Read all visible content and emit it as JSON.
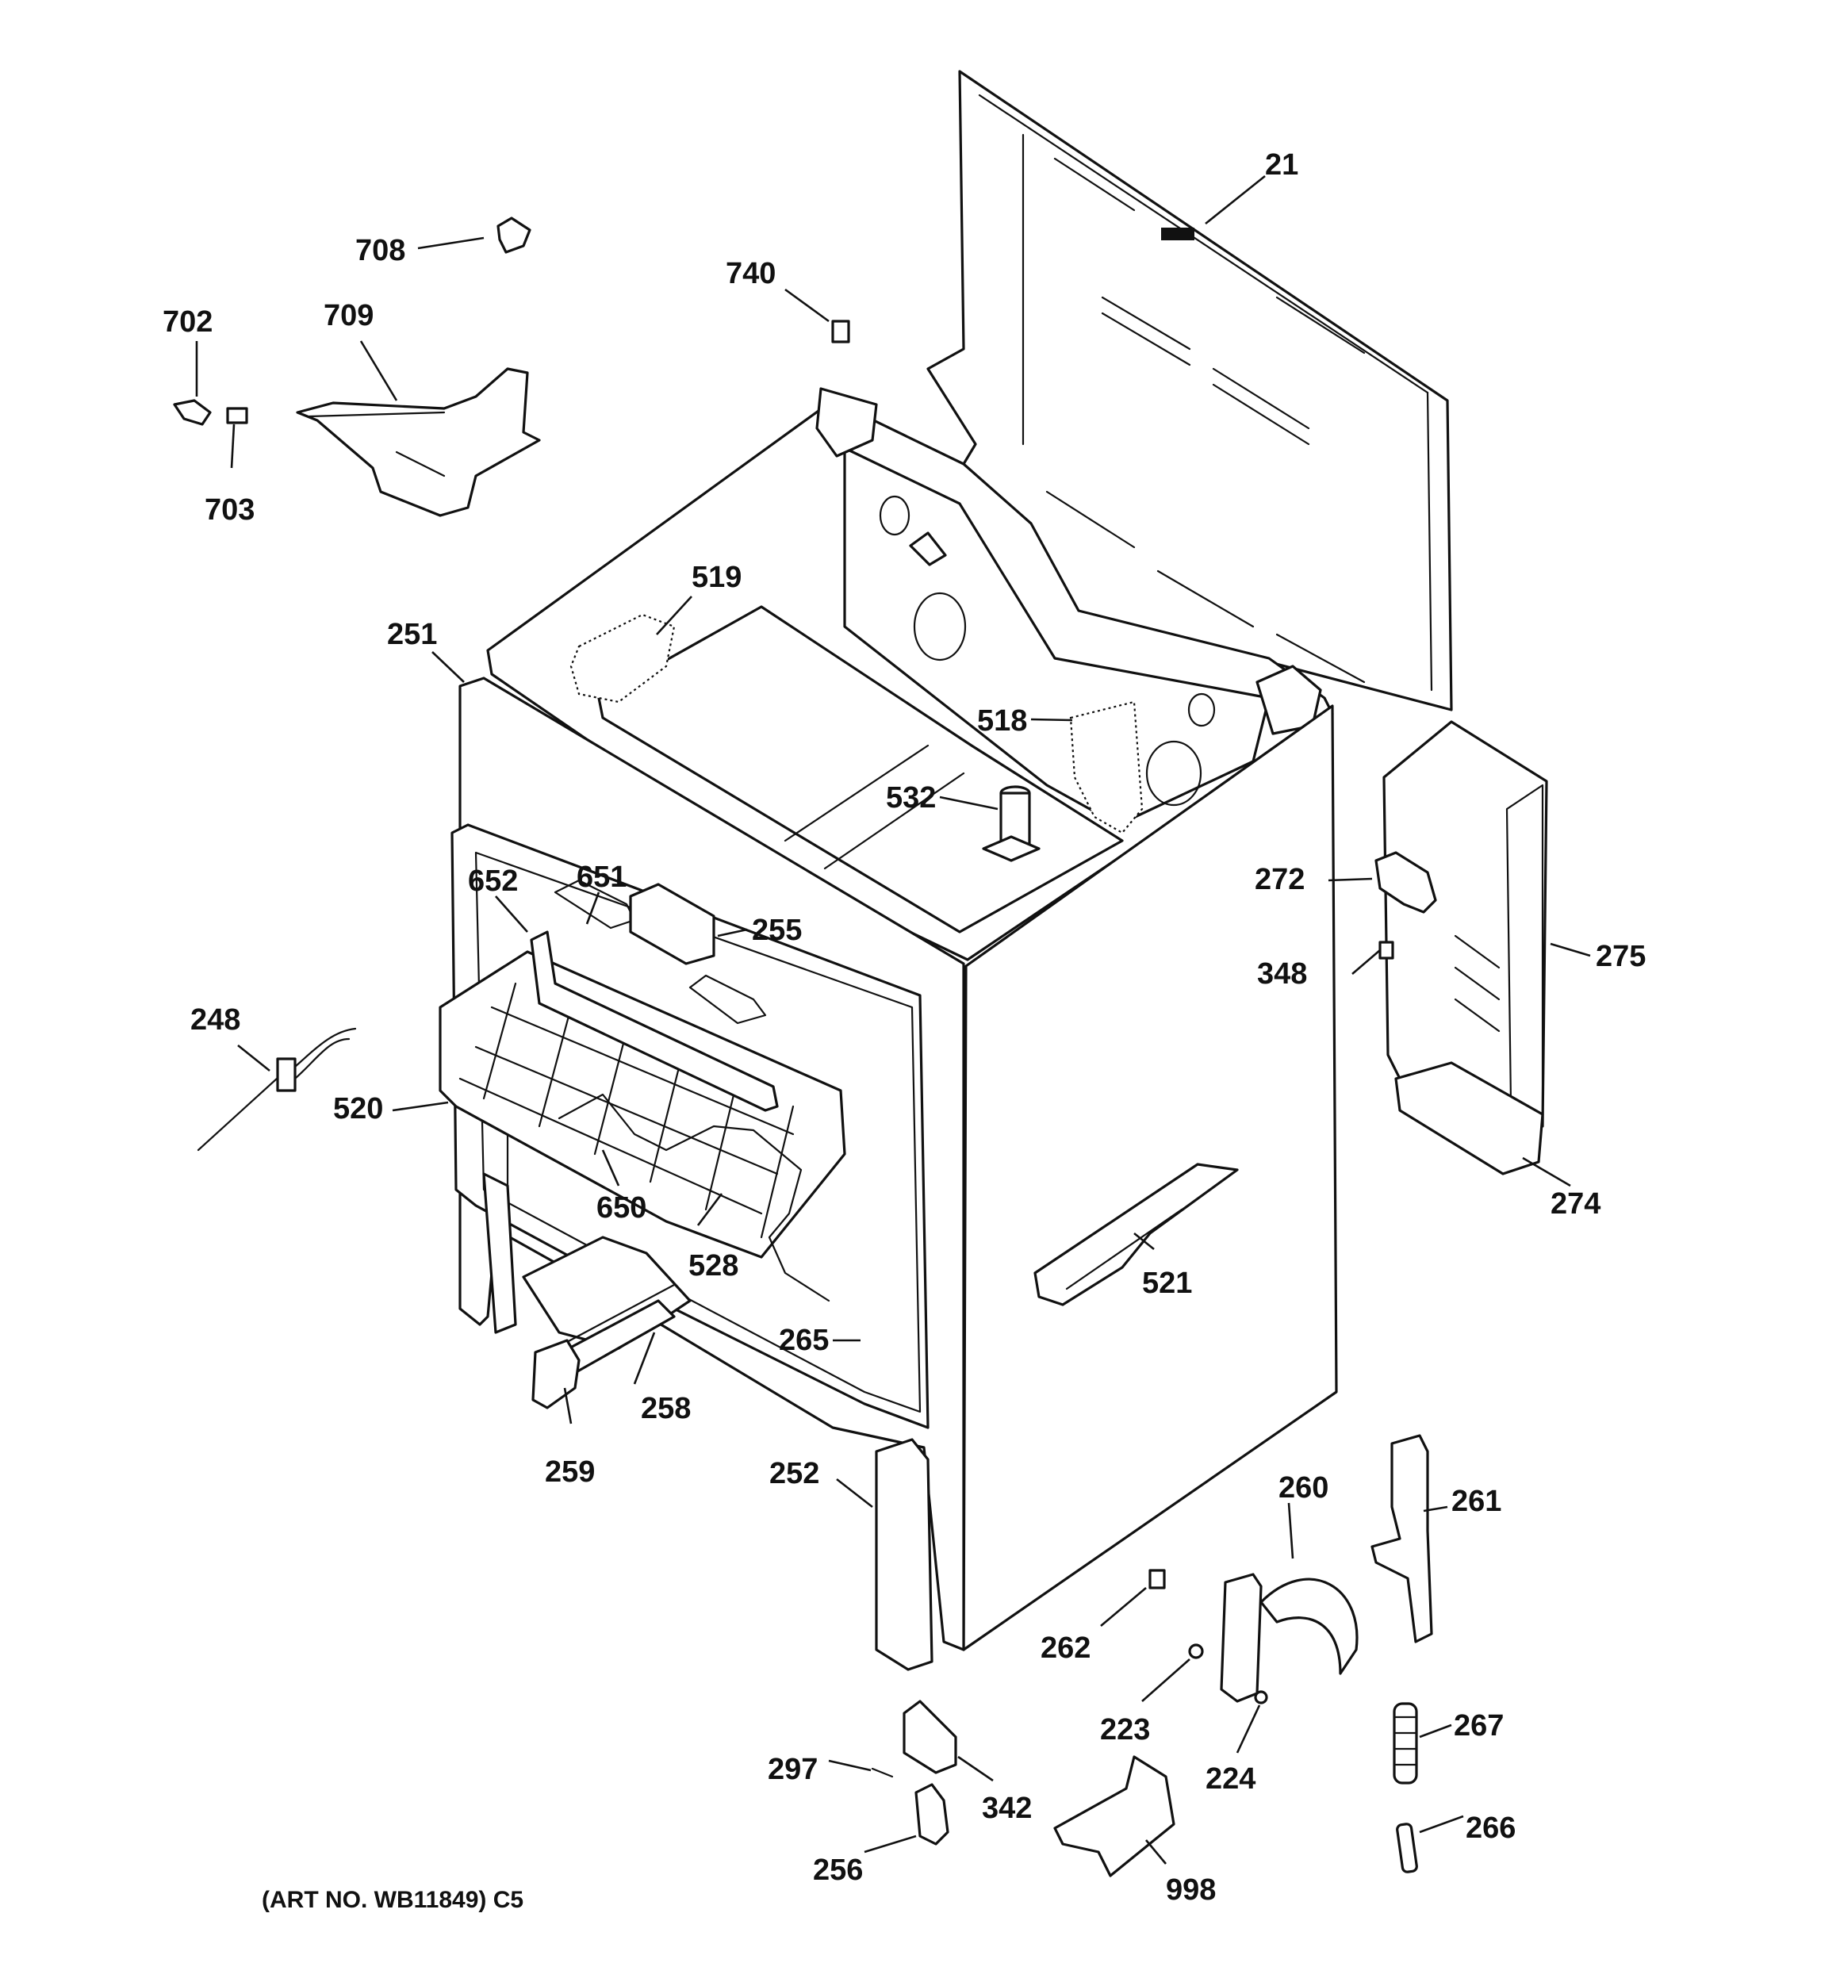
{
  "diagram": {
    "art_number": "(ART NO. WB11849) C5",
    "callouts": [
      {
        "id": "p21",
        "label": "21"
      },
      {
        "id": "p708",
        "label": "708"
      },
      {
        "id": "p740",
        "label": "740"
      },
      {
        "id": "p702",
        "label": "702"
      },
      {
        "id": "p709",
        "label": "709"
      },
      {
        "id": "p703",
        "label": "703"
      },
      {
        "id": "p519",
        "label": "519"
      },
      {
        "id": "p251",
        "label": "251"
      },
      {
        "id": "p518",
        "label": "518"
      },
      {
        "id": "p532",
        "label": "532"
      },
      {
        "id": "p272",
        "label": "272"
      },
      {
        "id": "p652",
        "label": "652"
      },
      {
        "id": "p651",
        "label": "651"
      },
      {
        "id": "p255",
        "label": "255"
      },
      {
        "id": "p348",
        "label": "348"
      },
      {
        "id": "p275",
        "label": "275"
      },
      {
        "id": "p248",
        "label": "248"
      },
      {
        "id": "p520",
        "label": "520"
      },
      {
        "id": "p274",
        "label": "274"
      },
      {
        "id": "p650",
        "label": "650"
      },
      {
        "id": "p521",
        "label": "521"
      },
      {
        "id": "p528",
        "label": "528"
      },
      {
        "id": "p265",
        "label": "265"
      },
      {
        "id": "p258",
        "label": "258"
      },
      {
        "id": "p259",
        "label": "259"
      },
      {
        "id": "p260",
        "label": "260"
      },
      {
        "id": "p261",
        "label": "261"
      },
      {
        "id": "p252",
        "label": "252"
      },
      {
        "id": "p262",
        "label": "262"
      },
      {
        "id": "p223",
        "label": "223"
      },
      {
        "id": "p267",
        "label": "267"
      },
      {
        "id": "p297",
        "label": "297"
      },
      {
        "id": "p342",
        "label": "342"
      },
      {
        "id": "p224",
        "label": "224"
      },
      {
        "id": "p266",
        "label": "266"
      },
      {
        "id": "p256",
        "label": "256"
      },
      {
        "id": "p998",
        "label": "998"
      }
    ]
  }
}
